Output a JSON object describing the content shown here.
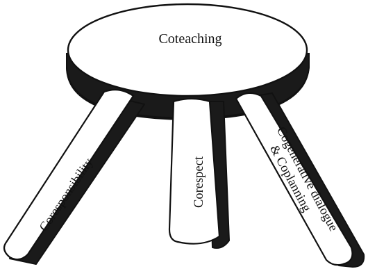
{
  "seat": {
    "label": "Coteaching"
  },
  "legs": [
    {
      "id": "left",
      "label": "Coresponsibility"
    },
    {
      "id": "center",
      "label": "Corespect"
    },
    {
      "id": "right",
      "label_line1": "Cogenerative dialogue",
      "label_line2": "& Coplanning"
    }
  ],
  "colors": {
    "outline": "#111111",
    "fill": "#ffffff",
    "shadow": "#1a1a1a"
  }
}
